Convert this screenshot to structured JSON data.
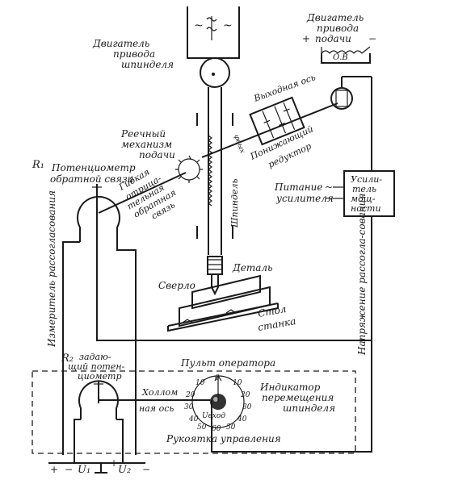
{
  "labels": {
    "spindle_motor": [
      "Двигатель",
      "привода",
      "шпинделя"
    ],
    "feed_motor": [
      "Двигатель",
      "привода",
      "подачи"
    ],
    "excitation": "О.В",
    "output_shaft": "Выходная ось",
    "phi_out": "φвых",
    "reducer": [
      "Понижающий",
      "редуктор"
    ],
    "rack": [
      "Реечный",
      "механизм",
      "подачи"
    ],
    "r1": "R₁",
    "feedback_pot": [
      "Потенциометр",
      "обратной связи"
    ],
    "neg_feedback": [
      "Гибкая",
      "отрица-",
      "тельная",
      "обратная",
      "связь"
    ],
    "spindle": "Шпиндель",
    "amplifier": [
      "Усили-",
      "тель",
      "мощ-",
      "ности"
    ],
    "amp_supply": [
      "Питание",
      "усилителя"
    ],
    "part": "Деталь",
    "drill": "Сверло",
    "table": [
      "Стол",
      "станка"
    ],
    "mismatch_meter": "Измеритель рассогласования",
    "mismatch_voltage": "Напряжение рассогла-сования",
    "operator_panel": "Пульт оператора",
    "r2": "R₂",
    "setting_pot": [
      "задаю-",
      "щий потен-",
      "циометр"
    ],
    "handle_axis": [
      "Холлом",
      "ная ось"
    ],
    "indicator": [
      "Индикатор",
      "перемещения",
      "шпинделя"
    ],
    "control_handle": "Рукоятка управления",
    "u1": "U₁",
    "u2": "U₂",
    "u_in": "Uвход",
    "dial_numbers": [
      "0",
      "10",
      "20",
      "30",
      "40",
      "50",
      "60",
      "50",
      "40",
      "30",
      "20",
      "10"
    ],
    "ac_symbol": "~",
    "plus": "+",
    "minus": "−"
  }
}
